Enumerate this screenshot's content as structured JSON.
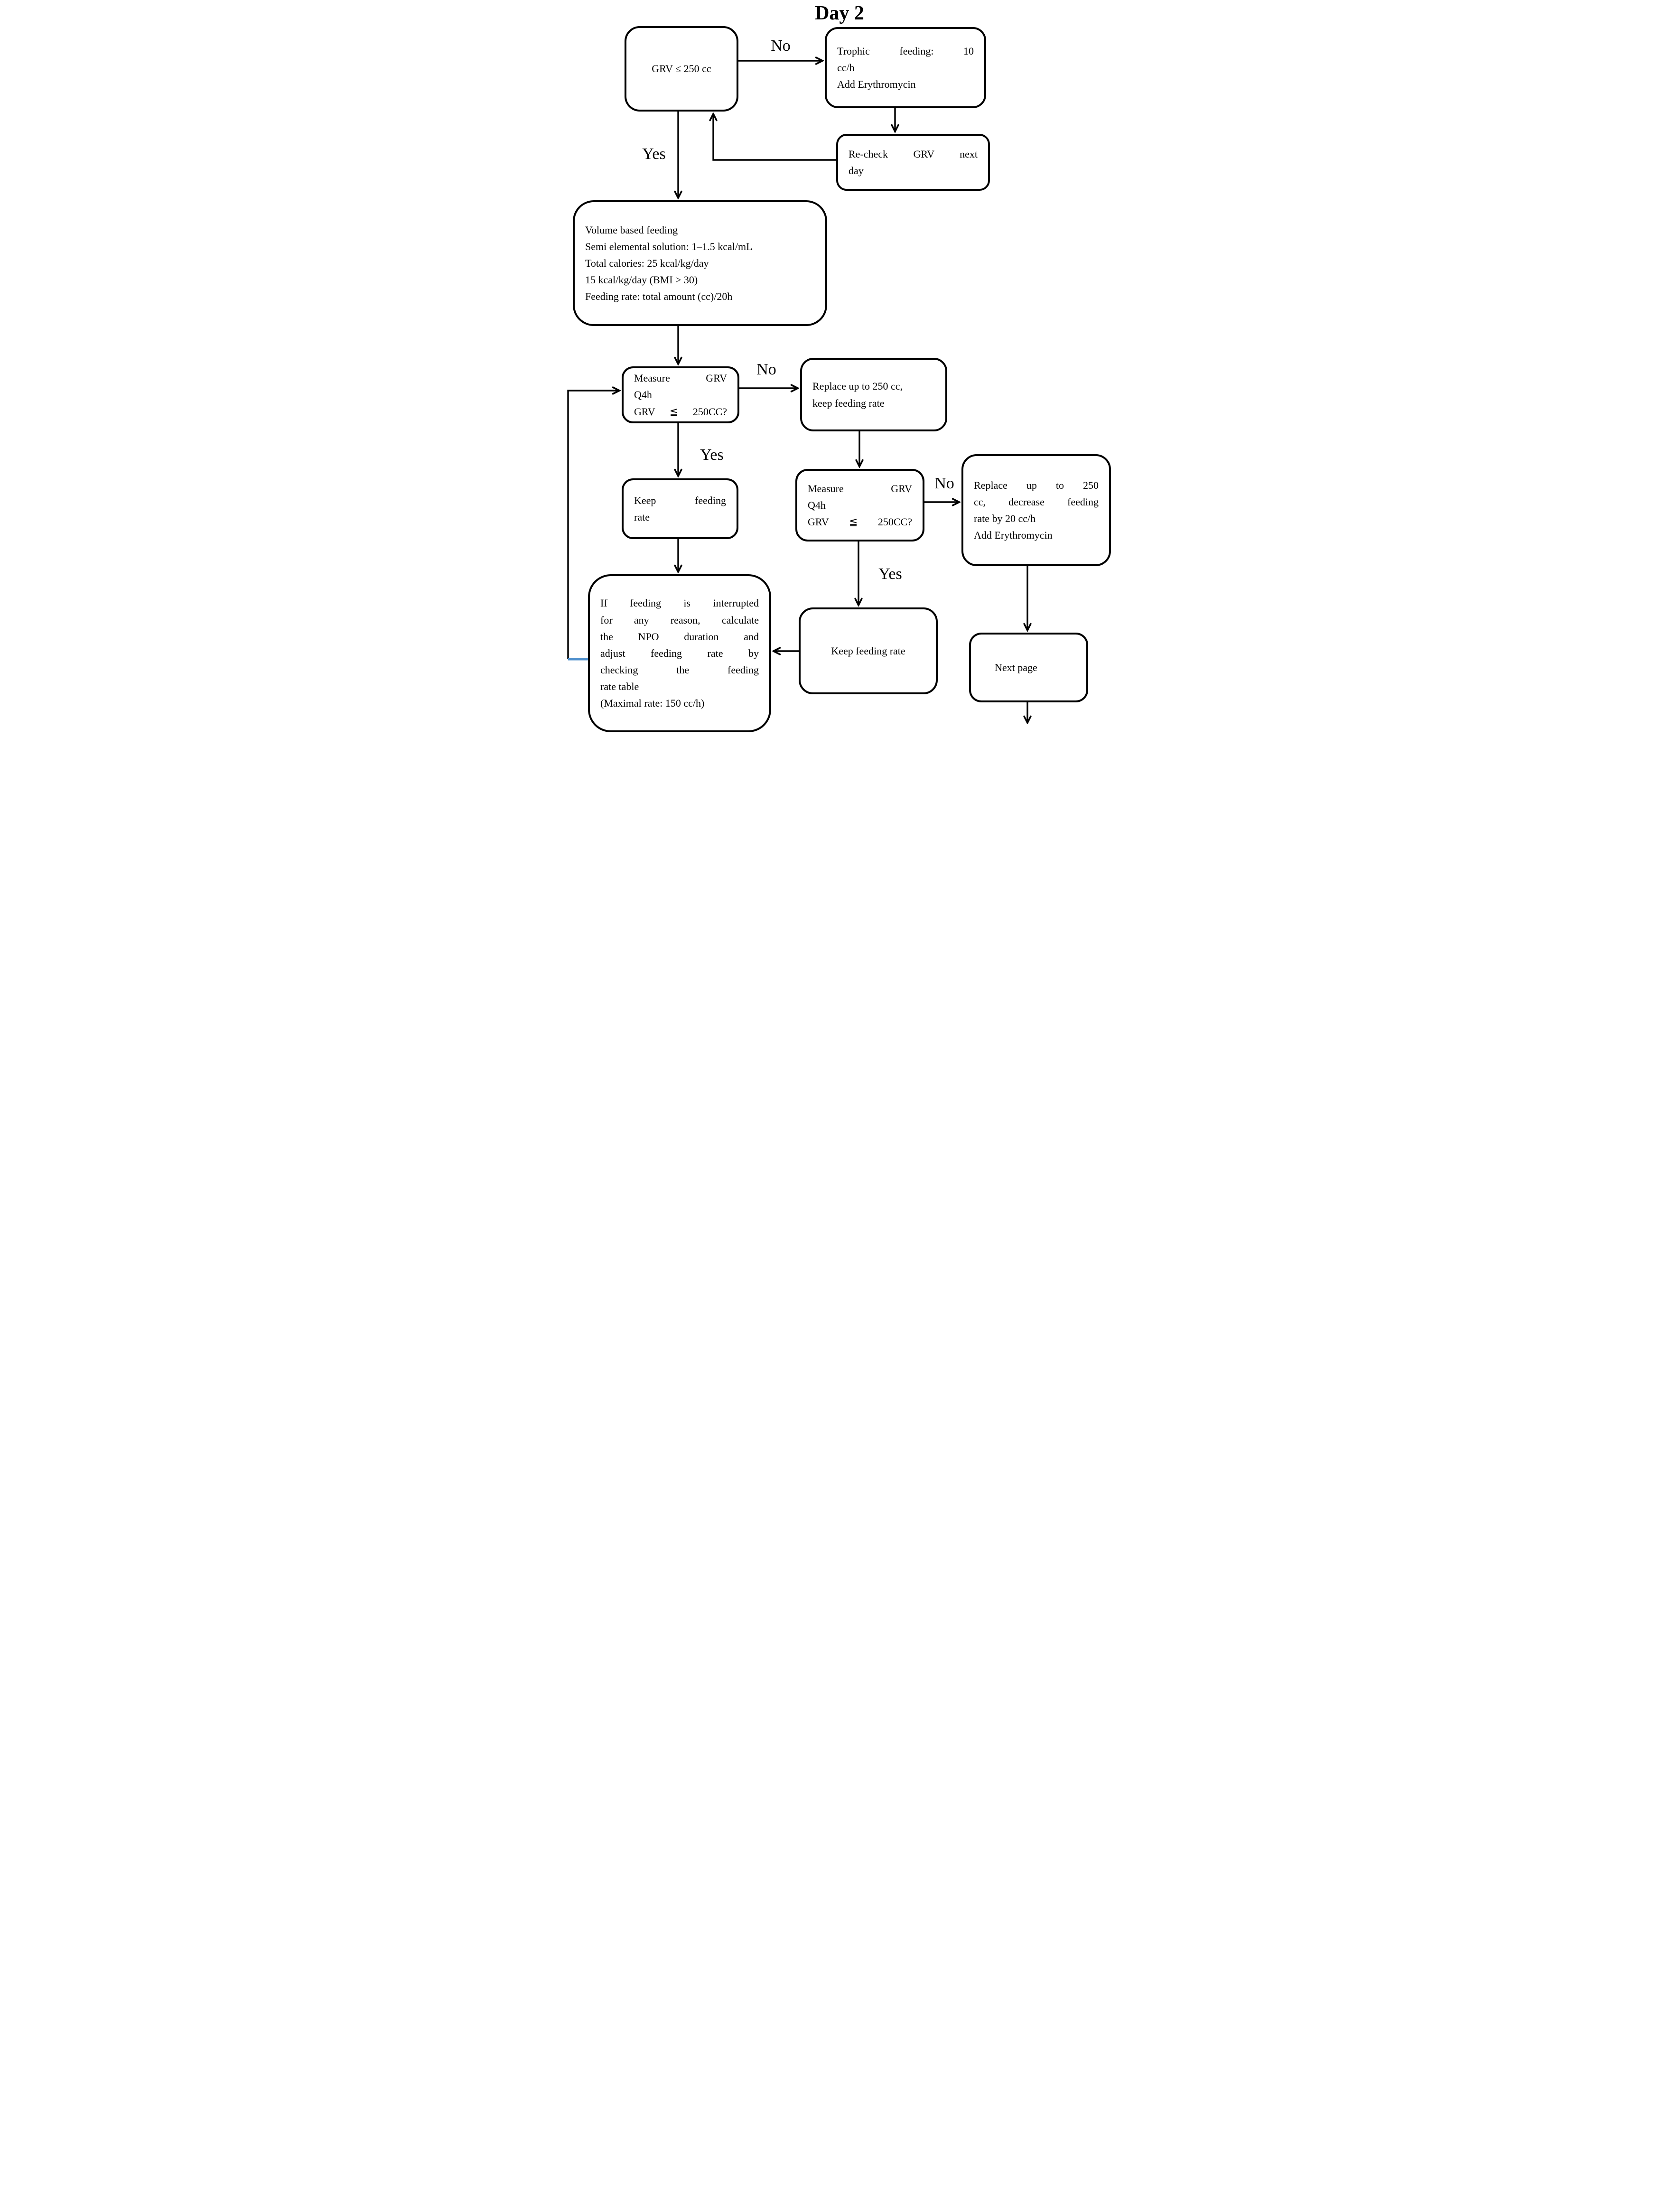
{
  "title": "Day 2",
  "colors": {
    "line": "#000000",
    "feedback_accent": "#4f90cd"
  },
  "labels": {
    "no1": "No",
    "yes1": "Yes",
    "no2": "No",
    "yes2": "Yes",
    "no3": "No",
    "yes3": "Yes"
  },
  "boxes": {
    "grv_check": {
      "lines": [
        "GRV ≤ 250 cc"
      ]
    },
    "trophic": {
      "lines": [
        "Trophic feeding: 10",
        "cc/h",
        "Add Erythromycin"
      ]
    },
    "recheck": {
      "lines": [
        "Re-check GRV next",
        "day"
      ]
    },
    "volume": {
      "lines": [
        "Volume based feeding",
        "Semi elemental solution: 1–1.5 kcal/mL",
        "Total calories: 25 kcal/kg/day",
        "15 kcal/kg/day (BMI > 30)",
        "Feeding rate: total amount (cc)/20h"
      ]
    },
    "measure1": {
      "lines": [
        "Measure GRV",
        "Q4h",
        "GRV ≦ 250CC?"
      ]
    },
    "replace1": {
      "lines": [
        "Replace up to 250 cc,",
        "keep feeding rate"
      ]
    },
    "measure2": {
      "lines": [
        "Measure GRV",
        "Q4h",
        "GRV ≦ 250CC?"
      ]
    },
    "replace2": {
      "lines": [
        "Replace up to 250",
        "cc, decrease feeding",
        "rate by 20 cc/h",
        "Add Erythromycin"
      ]
    },
    "keep1": {
      "lines": [
        "Keep feeding",
        "rate"
      ]
    },
    "interrupt": {
      "lines": [
        "If feeding is interrupted",
        "for any reason, calculate",
        "the NPO duration and",
        "adjust feeding rate by",
        "checking the feeding",
        "rate table",
        "(Maximal rate: 150 cc/h)"
      ]
    },
    "keep2": {
      "lines": [
        "Keep feeding rate"
      ]
    },
    "nextpage": {
      "lines": [
        "Next page"
      ]
    }
  }
}
